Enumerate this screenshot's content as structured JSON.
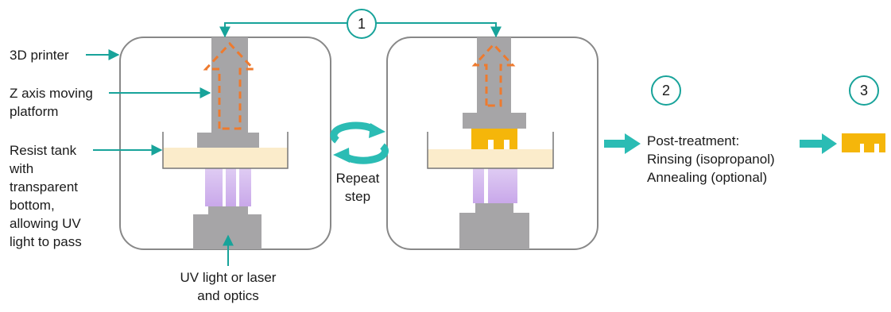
{
  "labels": {
    "printer": "3D printer",
    "z_axis": "Z axis moving\nplatform",
    "resist_tank": "Resist tank\nwith\ntransparent\nbottom,\nallowing UV\nlight to pass",
    "uv_light": "UV light or laser\nand optics",
    "repeat": "Repeat\nstep",
    "post_treatment": "Post-treatment:\nRinsing (isopropanol)\nAnnealing (optional)"
  },
  "steps": [
    "1",
    "2",
    "3"
  ],
  "colors": {
    "teal": "#18a39a",
    "arrow_teal": "#2bbcb4",
    "frame": "#888888",
    "platform": "#a6a5a7",
    "resin": "#fbeccb",
    "uv": "#d4b8ec",
    "print": "#f5b60a",
    "orange": "#ee7a2e"
  }
}
